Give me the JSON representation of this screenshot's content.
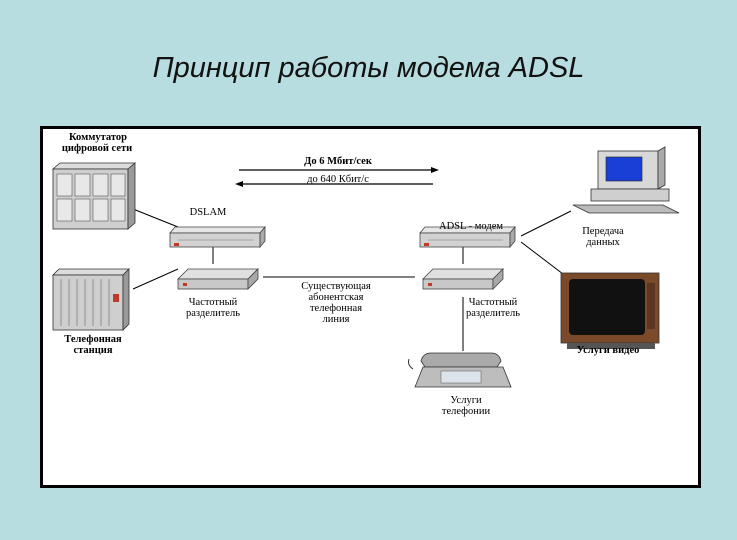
{
  "slide": {
    "title": "Принцип работы модема ADSL"
  },
  "diagram": {
    "switch_label_1": "Коммутатор",
    "switch_label_2": "цифровой сети",
    "telephone_station_1": "Телефонная",
    "telephone_station_2": "станция",
    "dslam_label": "DSLAM",
    "downstream_speed": "До 6 Мбит/сек",
    "upstream_speed": "до 640 Кбит/с",
    "splitter_left_1": "Частотный",
    "splitter_left_2": "разделитель",
    "line_label_1": "Существующая",
    "line_label_2": "абонентская",
    "line_label_3": "телефонная",
    "line_label_4": "линия",
    "modem_label": "ADSL - модем",
    "splitter_right_1": "Частотный",
    "splitter_right_2": "разделитель",
    "data_label_1": "Передача",
    "data_label_2": "данных",
    "video_label": "Услуги видео",
    "phone_label_1": "Услуги",
    "phone_label_2": "телефонии"
  },
  "icons": [
    "switch-rack-icon",
    "telephone-exchange-icon",
    "dslam-icon",
    "splitter-icon",
    "adsl-modem-icon",
    "computer-icon",
    "tv-icon",
    "telephone-icon"
  ]
}
